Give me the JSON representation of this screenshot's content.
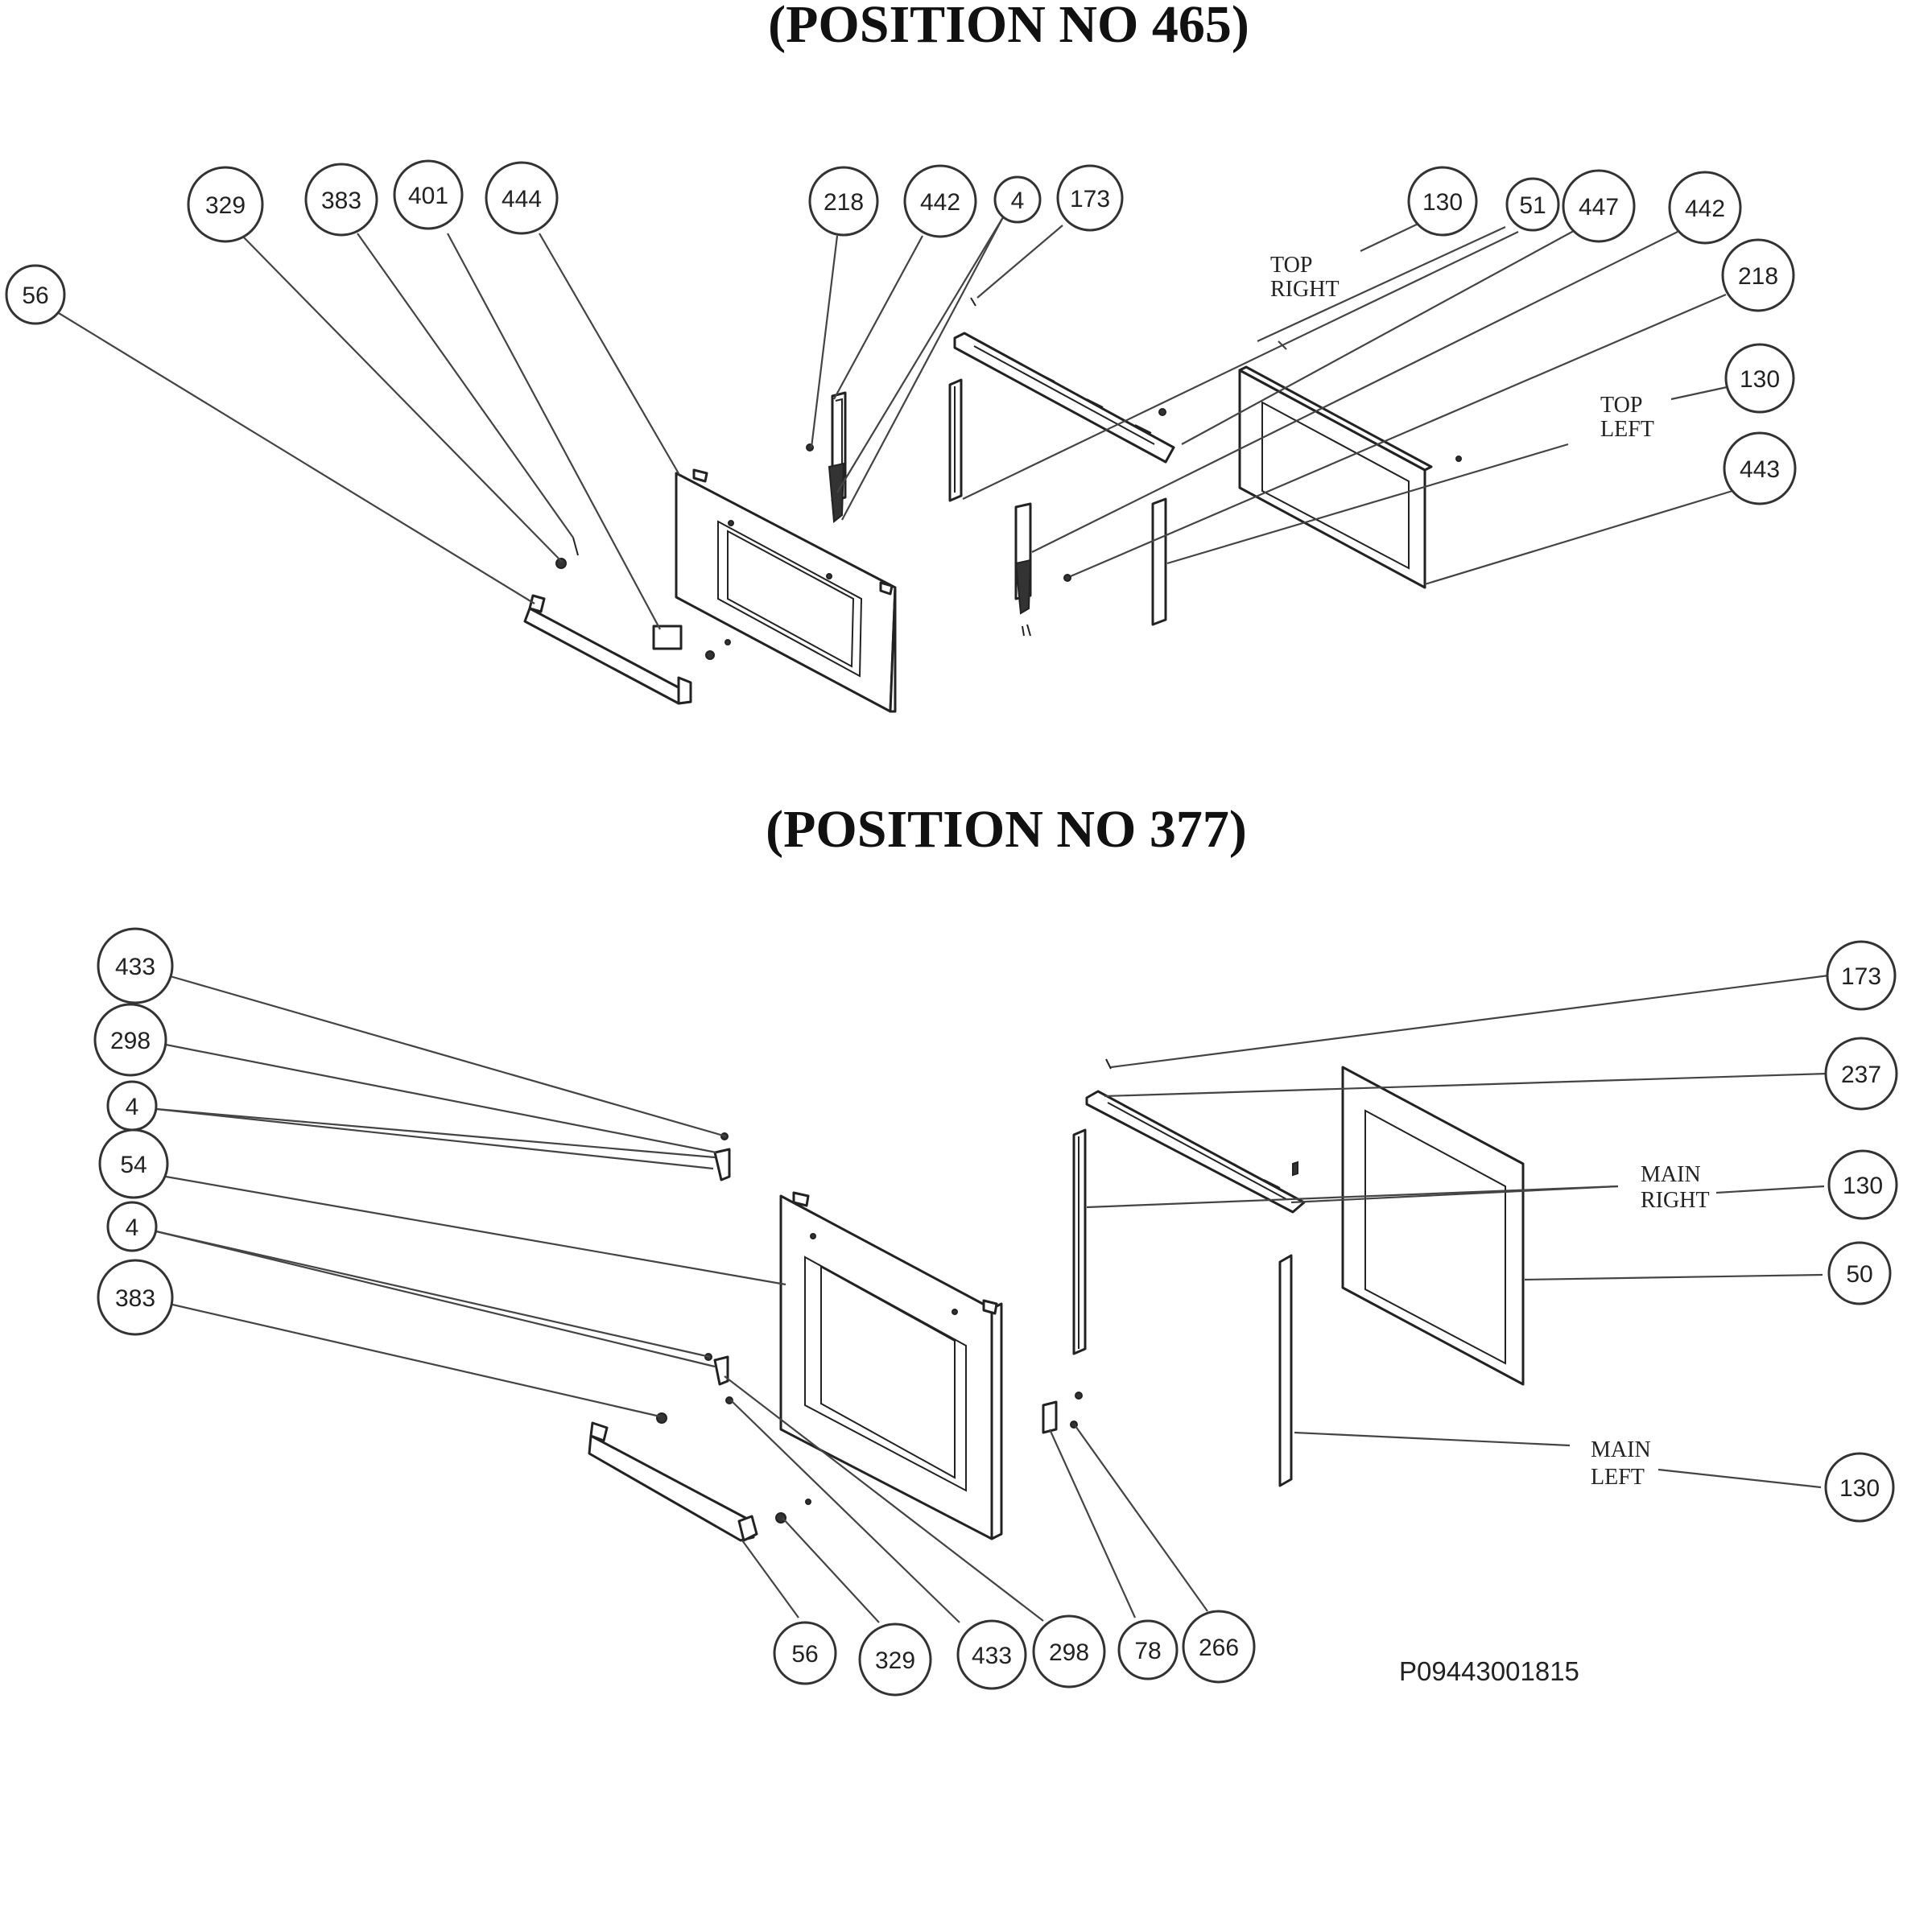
{
  "diagram": {
    "sections": [
      {
        "title": "(POSITION  NO 465)",
        "callouts": [
          {
            "label": "56"
          },
          {
            "label": "329"
          },
          {
            "label": "383"
          },
          {
            "label": "401"
          },
          {
            "label": "444"
          },
          {
            "label": "218"
          },
          {
            "label": "442"
          },
          {
            "label": "4"
          },
          {
            "label": "173"
          },
          {
            "label": "130"
          },
          {
            "label": "51"
          },
          {
            "label": "447"
          },
          {
            "label": "442"
          },
          {
            "label": "218"
          },
          {
            "label": "130"
          },
          {
            "label": "443"
          }
        ],
        "side_labels": [
          {
            "line1": "TOP",
            "line2": "RIGHT"
          },
          {
            "line1": "TOP",
            "line2": "LEFT"
          }
        ]
      },
      {
        "title": "(POSITION  NO 377)",
        "callouts": [
          {
            "label": "433"
          },
          {
            "label": "298"
          },
          {
            "label": "4"
          },
          {
            "label": "54"
          },
          {
            "label": "4"
          },
          {
            "label": "383"
          },
          {
            "label": "173"
          },
          {
            "label": "237"
          },
          {
            "label": "130"
          },
          {
            "label": "50"
          },
          {
            "label": "130"
          },
          {
            "label": "56"
          },
          {
            "label": "329"
          },
          {
            "label": "433"
          },
          {
            "label": "298"
          },
          {
            "label": "78"
          },
          {
            "label": "266"
          }
        ],
        "side_labels": [
          {
            "line1": "MAIN",
            "line2": "RIGHT"
          },
          {
            "line1": "MAIN",
            "line2": "LEFT"
          }
        ]
      }
    ],
    "reference_code": "P09443001815"
  }
}
